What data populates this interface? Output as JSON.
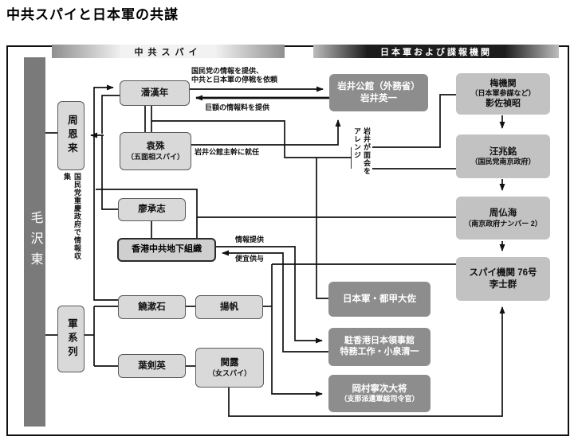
{
  "title": "中共スパイと日本軍の共謀",
  "headers": {
    "left": "中共スパイ",
    "right": "日本軍および諜報機関"
  },
  "nodes": {
    "mao": {
      "label": "毛沢東"
    },
    "zhou_enlai": {
      "label": "周恩来"
    },
    "military_line": {
      "label": "軍系列"
    },
    "pan_hannian": {
      "label": "潘漢年"
    },
    "yuan_shu": {
      "label": "袁殊",
      "sub": "（五面相スパイ）"
    },
    "liao_chengzhi": {
      "label": "廖承志"
    },
    "hongkong_org": {
      "label": "香港中共地下組織"
    },
    "rao_shushi": {
      "label": "饒漱石"
    },
    "yang_fan": {
      "label": "揚帆"
    },
    "ye_jianying": {
      "label": "葉剣英"
    },
    "guan_lu": {
      "label": "関露",
      "sub": "（女スパイ）"
    },
    "iwai": {
      "line1": "岩井公館（外務省）",
      "line2": "岩井英一"
    },
    "ume_kikan": {
      "line1": "梅機関",
      "line2": "（日本軍参謀など）",
      "line3": "影佐禎昭"
    },
    "wang_zhaoming": {
      "label": "汪兆銘",
      "sub": "（国民党南京政府）"
    },
    "zhou_fohai": {
      "label": "周仏海",
      "sub": "（南京政府ナンバー 2）"
    },
    "agency76": {
      "line1": "スパイ機関 76号",
      "line2": "李士群"
    },
    "toko": {
      "label": "日本軍・都甲大佐"
    },
    "consulate": {
      "line1": "駐香港日本領事館",
      "line2": "特務工作・小泉清一"
    },
    "okamura": {
      "line1": "岡村寧次大将",
      "line2": "（支那派遣軍総司令官）"
    }
  },
  "edge_labels": {
    "provide_info_1": "国民党の情報を提供、",
    "provide_info_2": "中共と日本軍の停戦を依頼",
    "reward": "巨額の情報料を提供",
    "appointed": "岩井公館主幹に就任",
    "arrange_1": "岩井が面会を",
    "arrange_2": "アレンジ",
    "info_provide": "情報提供",
    "convenience": "便宜供与",
    "chongqing": "国民党重慶政府で情報収集"
  },
  "colors": {
    "dark_box": "#8d8d8d",
    "mid_box": "#c2c2c2",
    "light_box": "#d9d9d9",
    "mao_bar": "#7a7a7a",
    "line": "#111111"
  }
}
